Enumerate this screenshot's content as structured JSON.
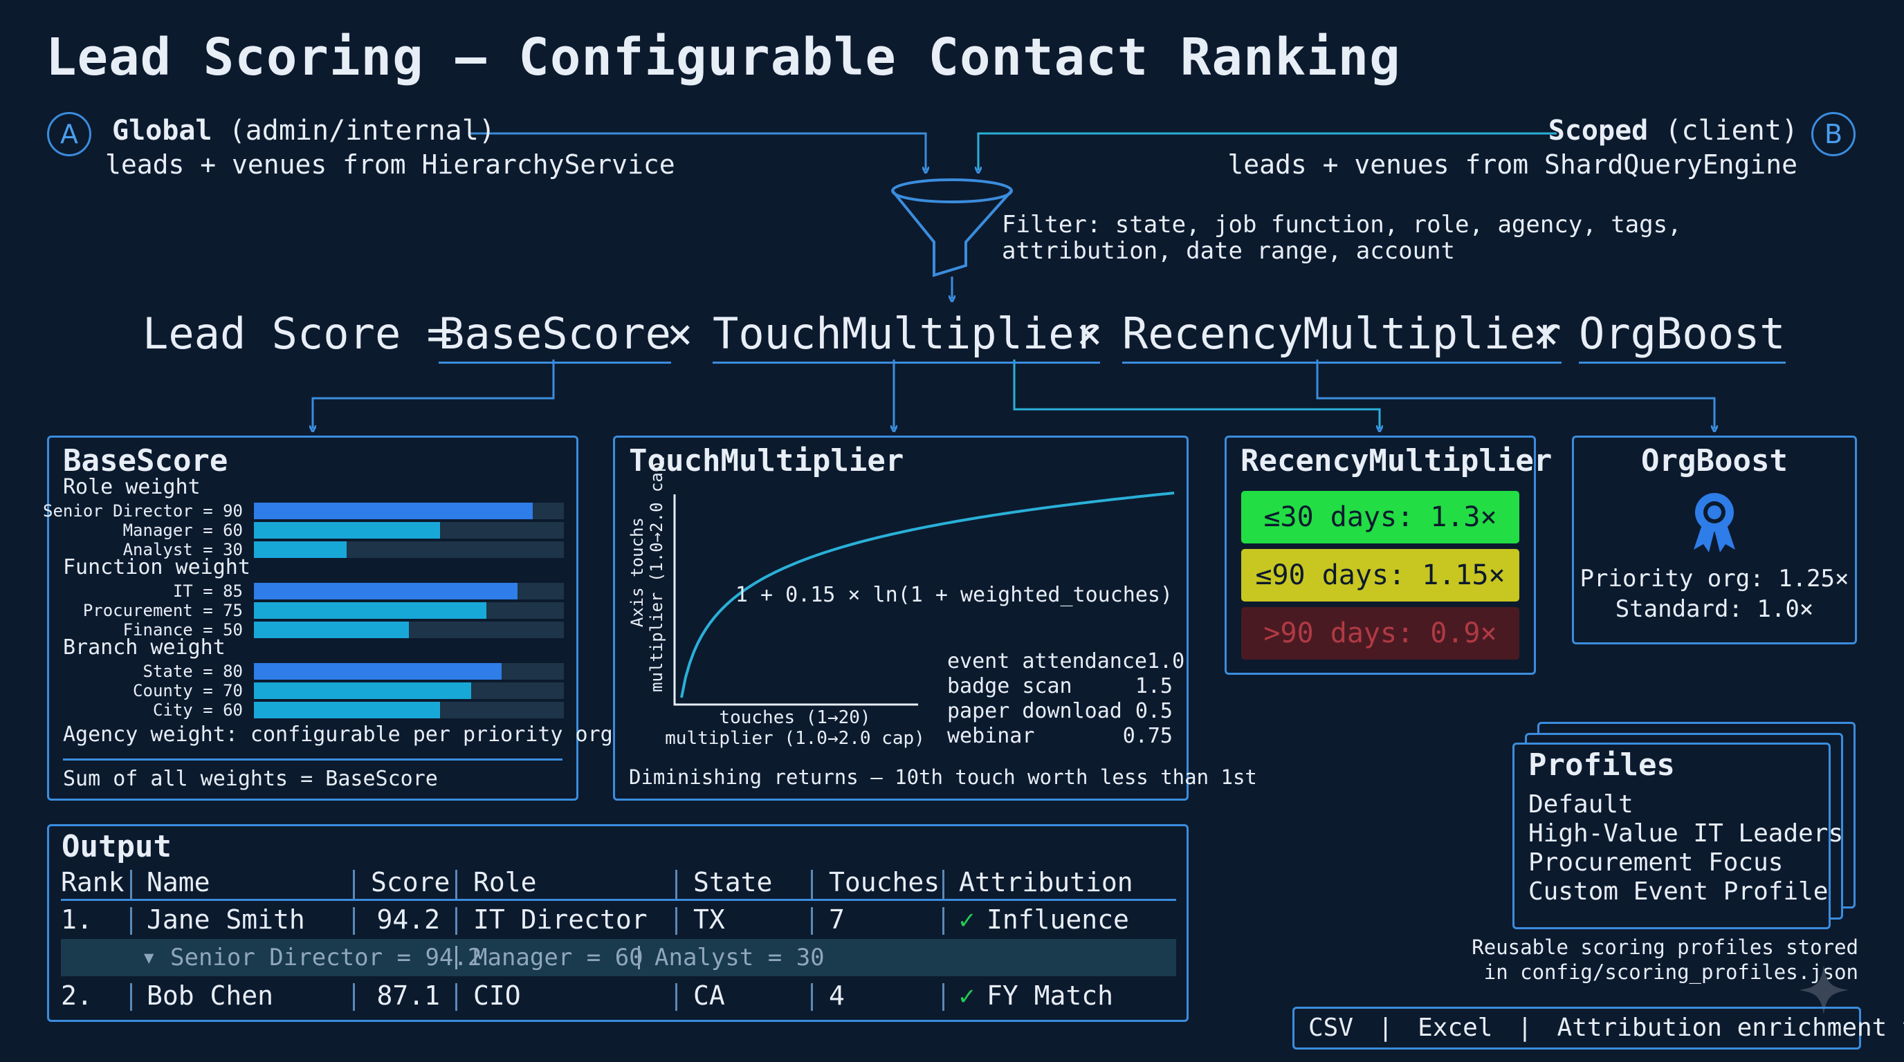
{
  "title": "Lead Scoring — Configurable Contact Ranking",
  "colors": {
    "background": "#0c1a2e",
    "accent": "#3b8ddd",
    "bar_blue": "#2e7de8",
    "bar_cyan": "#18a8d8",
    "green": "#22dd44",
    "yellow": "#c8c620",
    "red": "#4a1a22"
  },
  "global": {
    "badge": "A",
    "name": "Global",
    "qualifier": "(admin/internal)",
    "sub": "leads + venues from HierarchyService"
  },
  "scoped": {
    "badge": "B",
    "name": "Scoped",
    "qualifier": "(client)",
    "sub": "leads + venues from ShardQueryEngine"
  },
  "filter": {
    "line1": "Filter: state, job function, role, agency, tags,",
    "line2": "attribution, date range, account",
    "icon": "funnel-icon"
  },
  "formula": {
    "prefix": "Lead Score =",
    "base": "BaseScore",
    "times": "×",
    "touch": "TouchMultiplier",
    "recency": "RecencyMultiplier",
    "org": "OrgBoost"
  },
  "basescore": {
    "title": "BaseScore",
    "groups": [
      {
        "label": "Role weight",
        "items": [
          {
            "label": "Senior Director = 90",
            "value": 90
          },
          {
            "label": "Manager = 60",
            "value": 60
          },
          {
            "label": "Analyst = 30",
            "value": 30
          }
        ]
      },
      {
        "label": "Function weight",
        "items": [
          {
            "label": "IT = 85",
            "value": 85
          },
          {
            "label": "Procurement = 75",
            "value": 75
          },
          {
            "label": "Finance = 50",
            "value": 50
          }
        ]
      },
      {
        "label": "Branch weight",
        "items": [
          {
            "label": "State = 80",
            "value": 80
          },
          {
            "label": "County = 70",
            "value": 70
          },
          {
            "label": "City = 60",
            "value": 60
          }
        ]
      }
    ],
    "agency": "Agency weight: configurable per priority org",
    "sum": "Sum of all weights = BaseScore"
  },
  "touch": {
    "title": "TouchMultiplier",
    "ylabel_line1": "Axis touchs",
    "ylabel_line2": "multiplier (1.0→2.0 cap)",
    "xlabel_line1": "touches (1→20)",
    "xlabel_line2": "multiplier (1.0→2.0 cap)",
    "equation": "1 + 0.15 × ln(1 + weighted_touches)",
    "weights": [
      {
        "name": "event attendance",
        "value": "1.0"
      },
      {
        "name": "badge scan",
        "value": "1.5"
      },
      {
        "name": "paper download",
        "value": "0.5"
      },
      {
        "name": "webinar",
        "value": "0.75"
      }
    ],
    "footer": "Diminishing returns — 10th touch worth less than 1st"
  },
  "recency": {
    "title": "RecencyMultiplier",
    "tiers": [
      {
        "label": "≤30 days: 1.3×",
        "bg": "#22dd44",
        "fg": "#0c1a2e"
      },
      {
        "label": "≤90 days: 1.15×",
        "bg": "#c8c620",
        "fg": "#0c1a2e"
      },
      {
        "label": ">90 days: 0.9×",
        "bg": "#4a1a22",
        "fg": "#b03a44"
      }
    ]
  },
  "orgboost": {
    "title": "OrgBoost",
    "icon": "award-ribbon-icon",
    "priority": "Priority org: 1.25×",
    "standard": "Standard: 1.0×"
  },
  "output": {
    "title": "Output",
    "headers": [
      "Rank",
      "Name",
      "Score",
      "Role",
      "State",
      "Touches",
      "Attribution"
    ],
    "rows": [
      {
        "rank": "1.",
        "name": "Jane Smith",
        "score": "94.2",
        "role": "IT Director",
        "state": "TX",
        "touches": "7",
        "attribution": "Influence"
      },
      {
        "rank": "2.",
        "name": "Bob Chen",
        "score": "87.1",
        "role": "CIO",
        "state": "CA",
        "touches": "4",
        "attribution": "FY Match"
      }
    ],
    "detail": {
      "senior": "Senior Director = 94.2",
      "manager": "Manager = 60",
      "analyst": "Analyst = 30"
    }
  },
  "profiles": {
    "title": "Profiles",
    "items": [
      "Default",
      "High-Value IT Leaders",
      "Procurement Focus",
      "Custom Event Profile"
    ],
    "note_line1": "Reusable scoring profiles stored",
    "note_line2": "in config/scoring_profiles.json"
  },
  "export": {
    "csv": "CSV",
    "excel": "Excel",
    "toggle": "Attribution enrichment toggle"
  }
}
